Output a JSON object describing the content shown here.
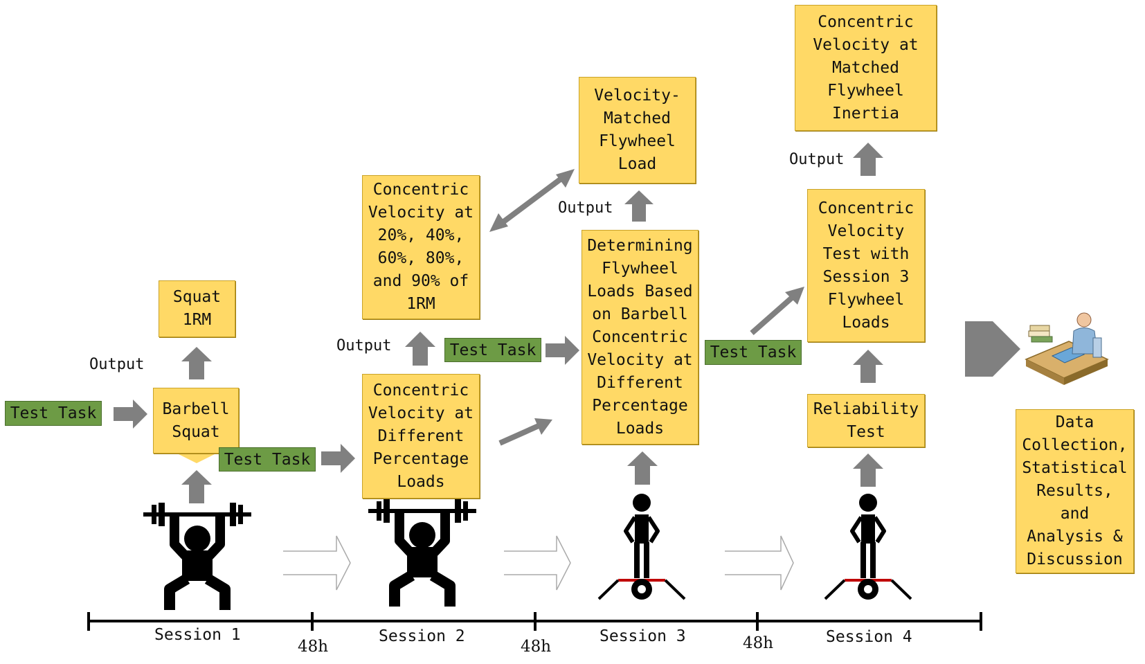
{
  "boxes": {
    "squat_1rm": "Squat\n1RM",
    "barbell_squat": "Barbell\nSquat",
    "cv_percent_1rm": "Concentric\nVelocity at\n20%, 40%,\n60%, 80%,\nand 90% of\n1RM",
    "cv_different_loads": "Concentric\nVelocity at\nDifferent\nPercentage\nLoads",
    "velocity_matched": "Velocity-\nMatched\nFlywheel\nLoad",
    "determining_loads": "Determining\nFlywheel\nLoads Based\non Barbell\nConcentric\nVelocity at\nDifferent\nPercentage\nLoads",
    "cv_matched_inertia": "Concentric\nVelocity at\nMatched\nFlywheel\nInertia",
    "cv_test_session3": "Concentric\nVelocity\nTest with\nSession 3\nFlywheel\nLoads",
    "reliability_test": "Reliability\nTest",
    "data_collection": "Data\nCollection,\nStatistical\nResults,\nand\nAnalysis &\nDiscussion"
  },
  "tags": {
    "test_task_1": "Test Task",
    "test_task_2": "Test Task",
    "test_task_3": "Test Task",
    "test_task_4": "Test Task"
  },
  "labels": {
    "output_1": "Output",
    "output_2": "Output",
    "output_3": "Output",
    "output_4": "Output"
  },
  "timeline": {
    "session_1": "Session 1",
    "session_2": "Session 2",
    "session_3": "Session 3",
    "session_4": "Session 4",
    "gap_1": "48h",
    "gap_2": "48h",
    "gap_3": "48h"
  },
  "colors": {
    "box_fill": "#ffd966",
    "tag_fill": "#6d9b45",
    "arrow_gray": "#808080",
    "icon_black": "#000000",
    "platform_red": "#c00000"
  },
  "icons": [
    "weightlifter-icon",
    "weightlifter-icon",
    "flywheel-athlete-icon",
    "flywheel-athlete-icon",
    "analyst-desk-icon"
  ]
}
